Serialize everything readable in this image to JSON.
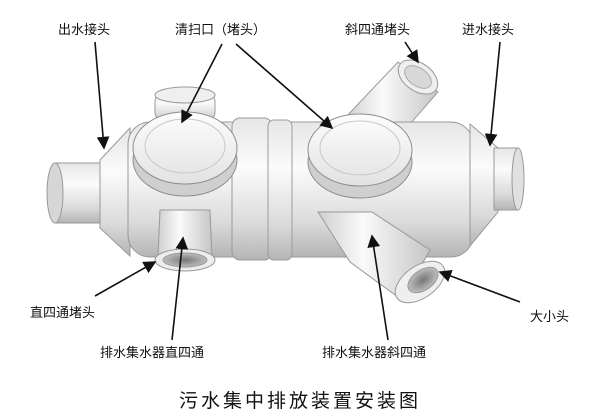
{
  "labels": {
    "outlet_joint": "出水接头",
    "cleanout": "清扫口（堵头）",
    "oblique_cross_plug": "斜四通堵头",
    "inlet_joint": "进水接头",
    "straight_cross_plug": "直四通堵头",
    "reducer": "大小头",
    "collector_straight_cross": "排水集水器直四通",
    "collector_oblique_cross": "排水集水器斜四通"
  },
  "caption": "污水集中排放装置安装图",
  "colors": {
    "pipe_light": "#f4f4f4",
    "pipe_mid": "#dcdcdc",
    "pipe_dark": "#a9a9a9",
    "outline": "#8a8a8a",
    "arrow": "#111111",
    "text": "#111111"
  }
}
